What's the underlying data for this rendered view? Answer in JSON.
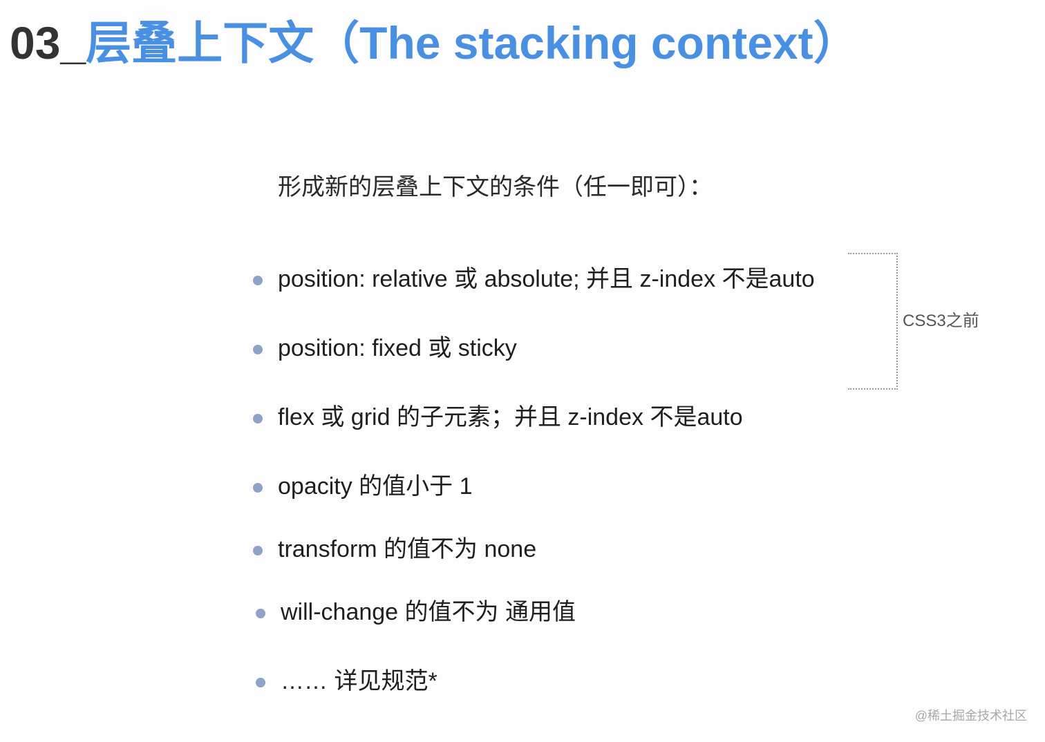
{
  "title": {
    "number": "03_",
    "heading": "层叠上下文（The stacking context）"
  },
  "subtitle": "形成新的层叠上下文的条件（任一即可）：",
  "items": [
    "position: relative 或 absolute; 并且 z-index 不是auto",
    "position: fixed 或 sticky",
    "flex 或 grid 的子元素；并且 z-index 不是auto",
    "opacity 的值小于 1",
    "transform 的值不为 none",
    "will-change 的值不为 通用值",
    "…… 详见规范*"
  ],
  "bracket_label": "CSS3之前",
  "watermark": "@稀土掘金技术社区",
  "colors": {
    "accent": "#4a90e2",
    "bullet": "#8ea3c7"
  }
}
